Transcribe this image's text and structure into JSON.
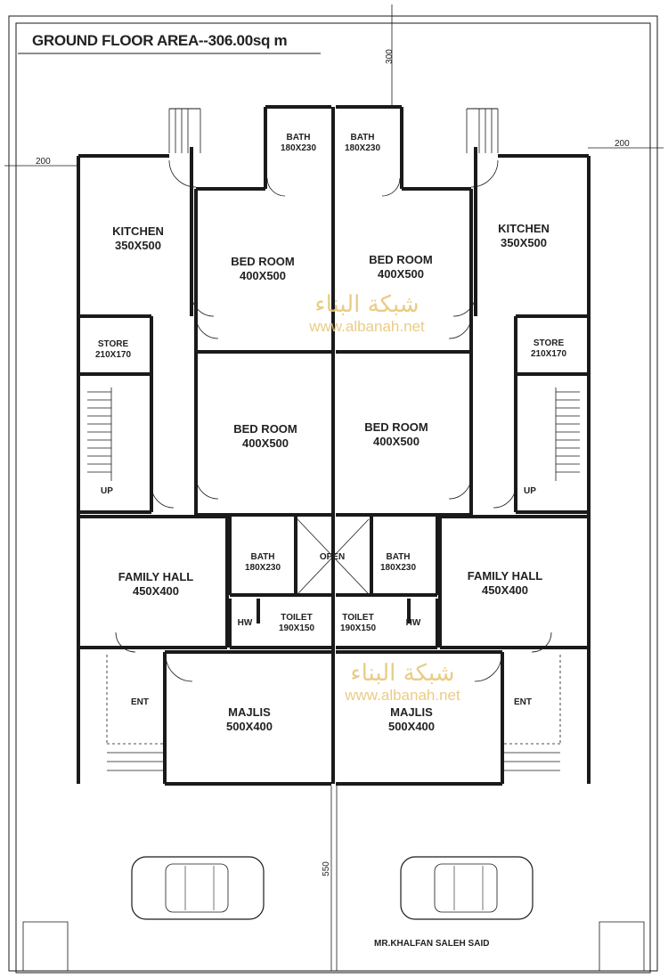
{
  "title": "GROUND FLOOR AREA--306.00sq m",
  "dimensions": {
    "top": "300",
    "left": "200",
    "right": "200",
    "road": "550"
  },
  "rooms": {
    "kitchen_left": {
      "name": "KITCHEN",
      "size": "350X500"
    },
    "kitchen_right": {
      "name": "KITCHEN",
      "size": "350X500"
    },
    "bath_top_left": {
      "name": "BATH",
      "size": "180X230"
    },
    "bath_top_right": {
      "name": "BATH",
      "size": "180X230"
    },
    "bed_top_left": {
      "name": "BED ROOM",
      "size": "400X500"
    },
    "bed_top_right": {
      "name": "BED ROOM",
      "size": "400X500"
    },
    "store_left": {
      "name": "STORE",
      "size": "210X170"
    },
    "store_right": {
      "name": "STORE",
      "size": "210X170"
    },
    "bed_mid_left": {
      "name": "BED ROOM",
      "size": "400X500"
    },
    "bed_mid_right": {
      "name": "BED ROOM",
      "size": "400X500"
    },
    "up_left": "UP",
    "up_right": "UP",
    "open": "OPEN",
    "bath_mid_left": {
      "name": "BATH",
      "size": "180X230"
    },
    "bath_mid_right": {
      "name": "BATH",
      "size": "180X230"
    },
    "family_left": {
      "name": "FAMILY HALL",
      "size": "450X400"
    },
    "family_right": {
      "name": "FAMILY HALL",
      "size": "450X400"
    },
    "hw_left": "HW",
    "hw_right": "HW",
    "toilet_left": {
      "name": "TOILET",
      "size": "190X150"
    },
    "toilet_right": {
      "name": "TOILET",
      "size": "190X150"
    },
    "ent_left": "ENT",
    "ent_right": "ENT",
    "majlis_left": {
      "name": "MAJLIS",
      "size": "500X400"
    },
    "majlis_right": {
      "name": "MAJLIS",
      "size": "500X400"
    }
  },
  "watermark": {
    "arabic": "شبكة البناء",
    "url": "www.albanah.net"
  },
  "owner": "MR.KHALFAN SALEH SAID"
}
